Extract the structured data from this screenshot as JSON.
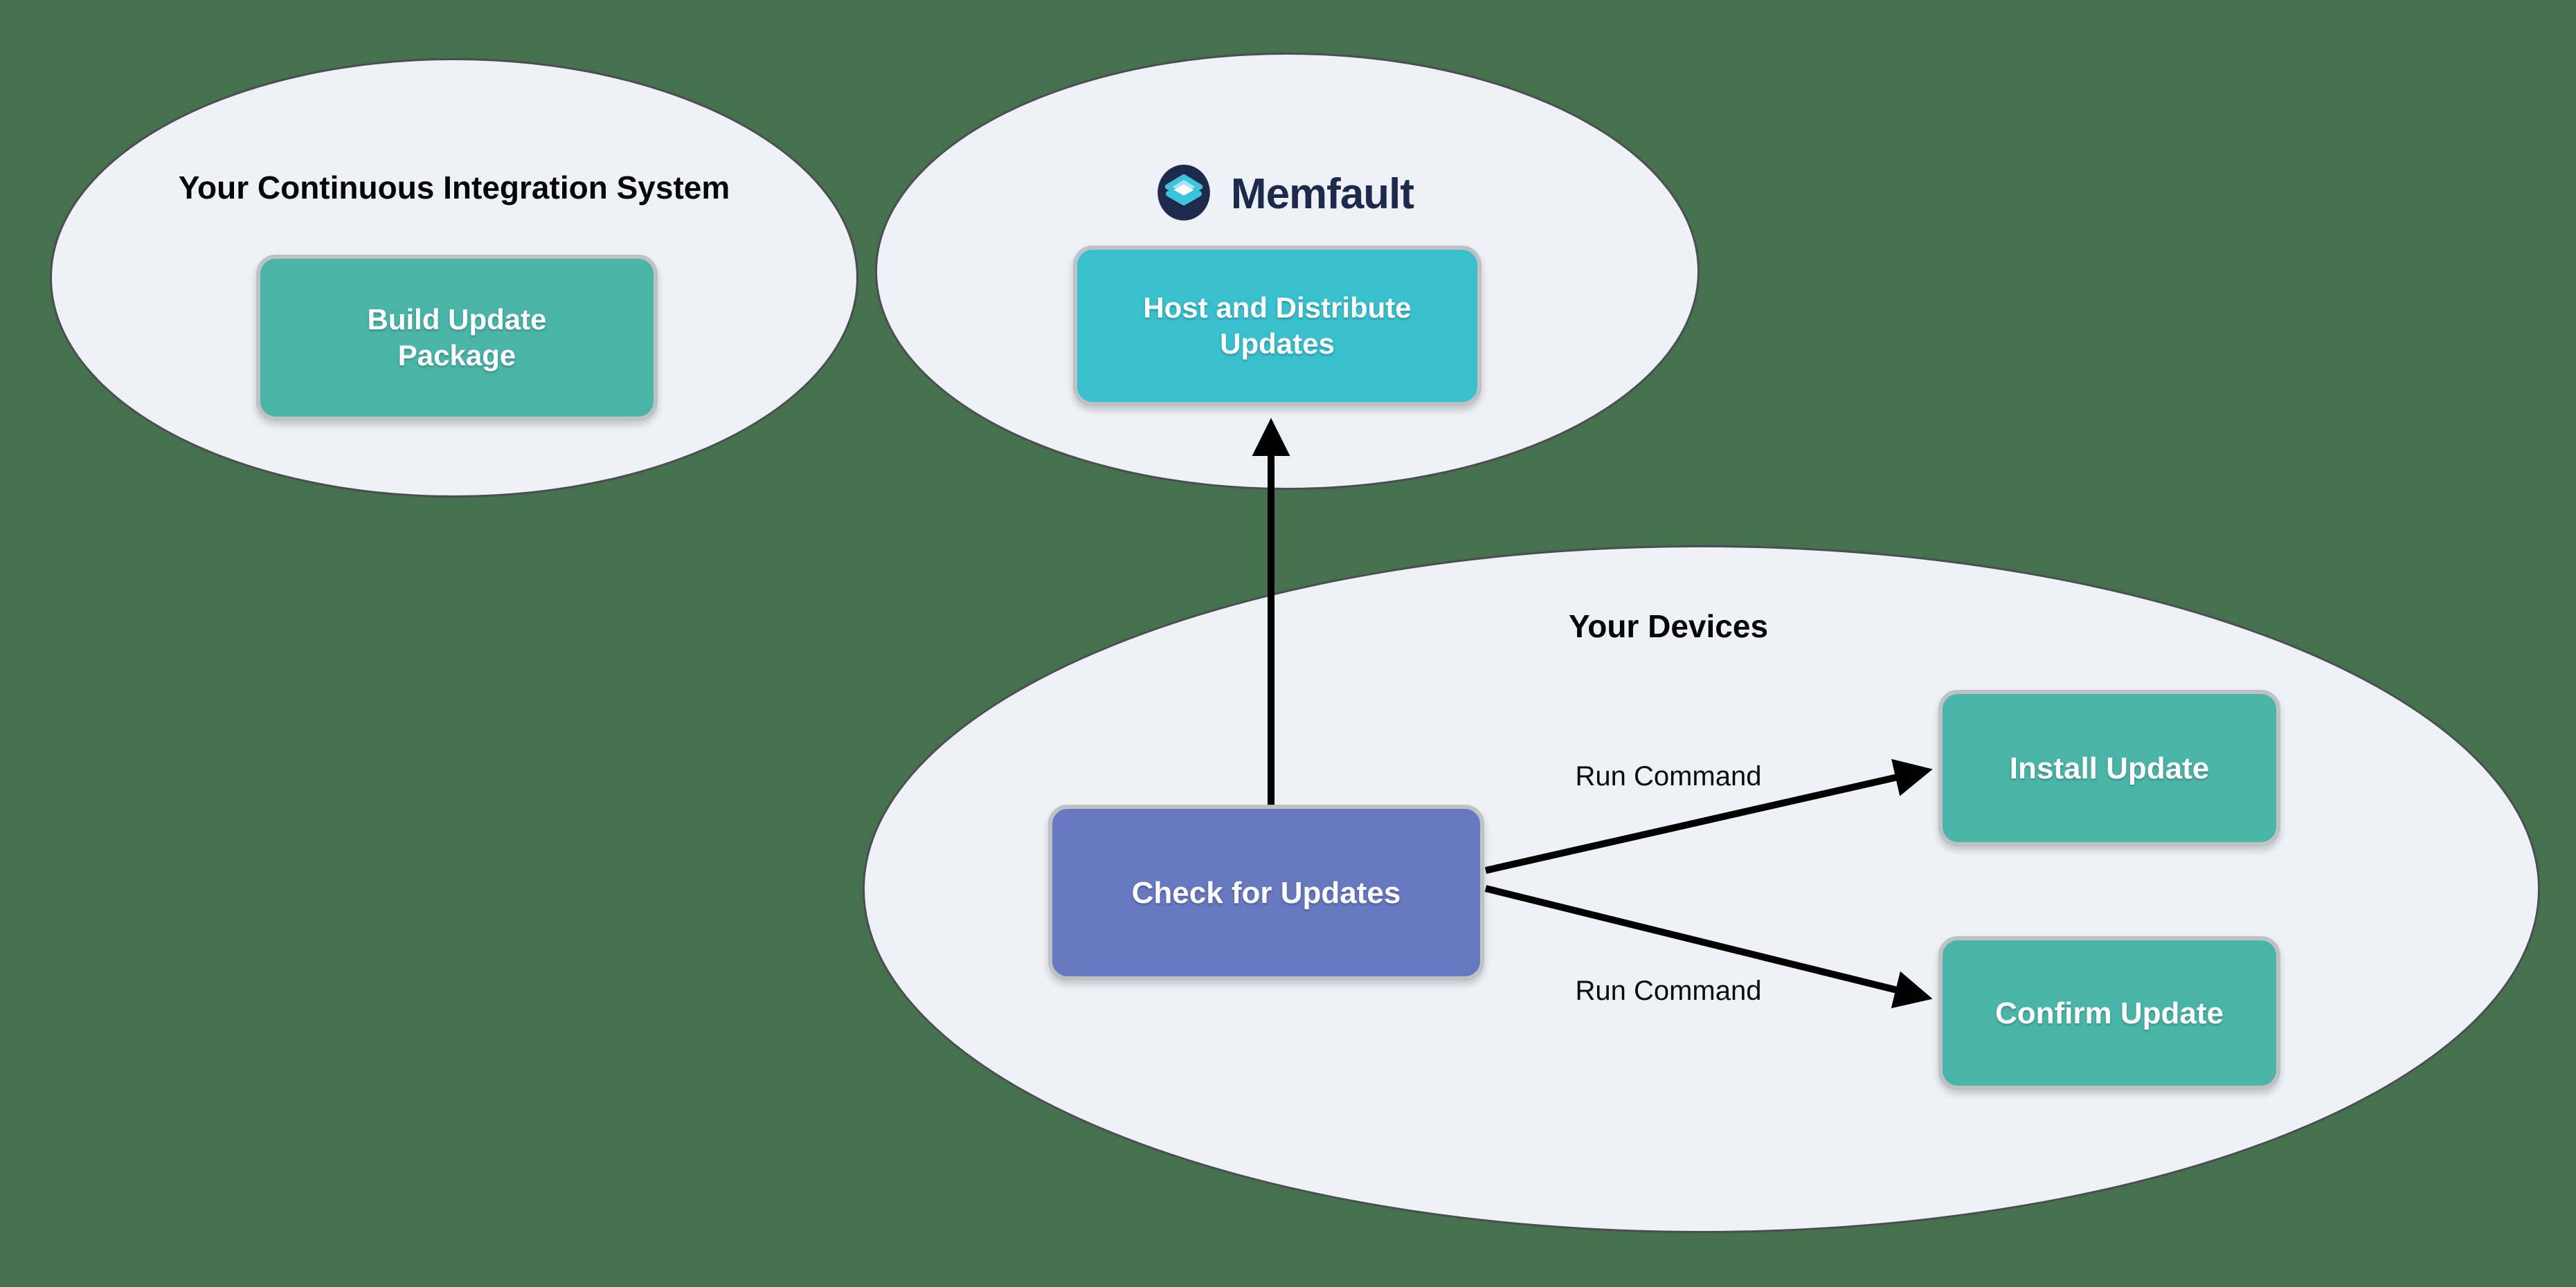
{
  "diagram": {
    "background_color": "#46714E",
    "group_fill": "#EEF1F7"
  },
  "ci": {
    "title": "Your Continuous Integration System",
    "build_node_label": "Build Update Package"
  },
  "memfault": {
    "brand_name": "Memfault",
    "host_node_label": "Host and Distribute Updates"
  },
  "devices": {
    "title": "Your Devices",
    "check_node_label": "Check for Updates",
    "install_node_label": "Install Update",
    "confirm_node_label": "Confirm Update",
    "edge_label_install": "Run Command",
    "edge_label_confirm": "Run Command"
  },
  "colors": {
    "teal_node": "#4BB4A9",
    "cyan_node": "#39BFCE",
    "blue_node": "#6778C0",
    "navy_brand": "#1E2A4C",
    "logo_cyan": "#3FC3DC",
    "logo_light_cyan": "#A9E4F0",
    "arrow": "#000000"
  }
}
